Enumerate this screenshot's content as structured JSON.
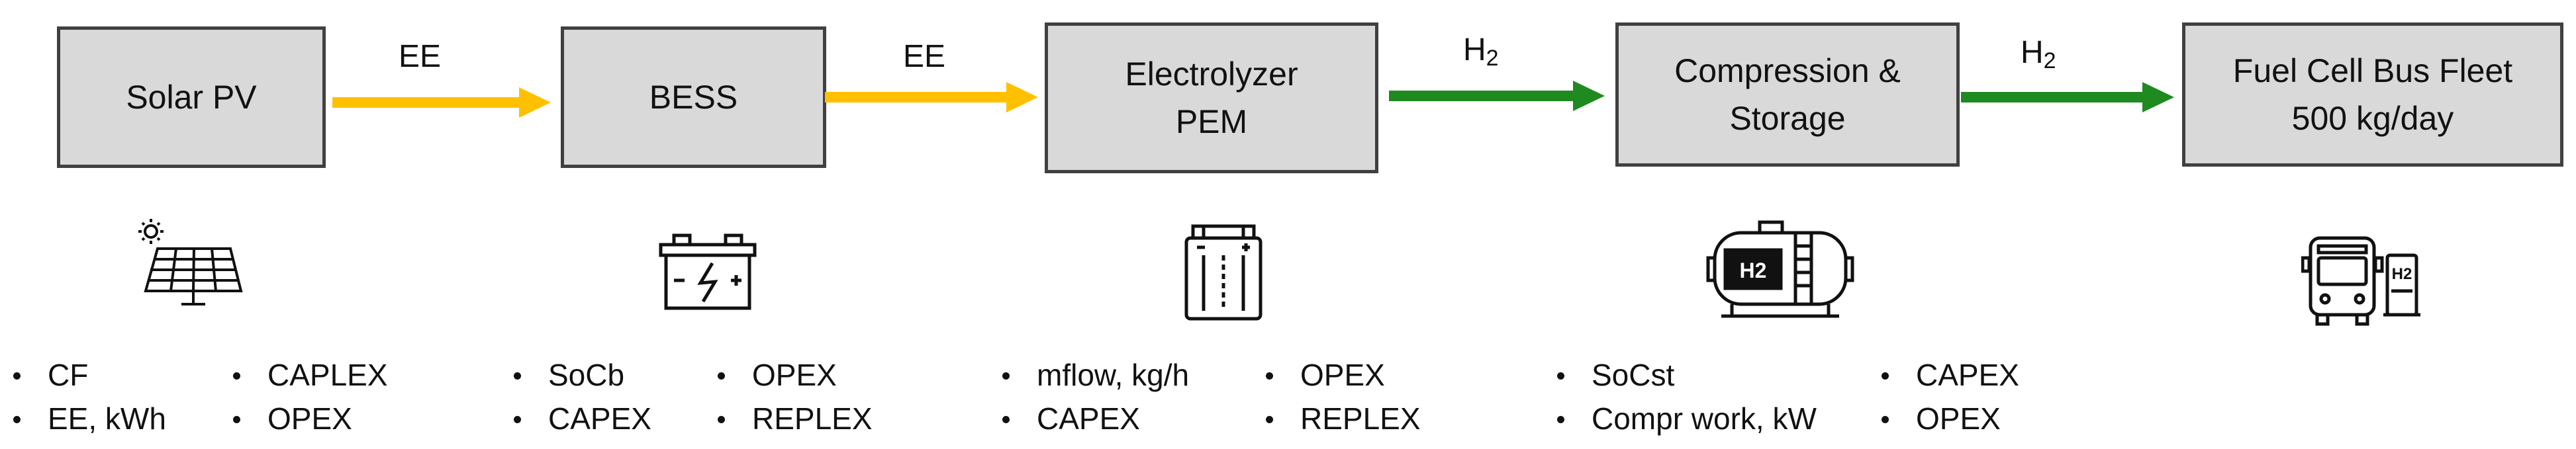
{
  "stages": {
    "solar": "Solar PV",
    "bess": "BESS",
    "electrolyzer_line1": "Electrolyzer",
    "electrolyzer_line2": "PEM",
    "compression_line1": "Compression &",
    "compression_line2": "Storage",
    "bus_line1": "Fuel Cell Bus Fleet",
    "bus_line2": "500 kg/day"
  },
  "flows": {
    "ee_1": "EE",
    "ee_2": "EE",
    "h2_1": {
      "main": "H",
      "sub": "2"
    },
    "h2_2": {
      "main": "H",
      "sub": "2"
    }
  },
  "parameters": {
    "solar": {
      "col1": [
        "CF",
        "EE, kWh"
      ],
      "col2": [
        "CAPLEX",
        "OPEX"
      ]
    },
    "bess": {
      "col1": [
        "SoCb",
        "CAPEX"
      ],
      "col2": [
        "OPEX",
        "REPLEX"
      ]
    },
    "electrolyzer": {
      "col1": [
        "mflow, kg/h",
        "CAPEX"
      ],
      "col2": [
        "OPEX",
        "REPLEX"
      ]
    },
    "compression": {
      "col1": [
        "SoCst",
        "Compr work, kW"
      ],
      "col2": [
        "CAPEX",
        "OPEX"
      ]
    }
  },
  "icons": {
    "solar": "solar-panel-icon",
    "bess": "battery-icon",
    "electrolyzer": "electrolyzer-icon",
    "compression": "hydrogen-tank-icon",
    "bus": "fuel-cell-bus-icon",
    "bus_label": "H2"
  },
  "colors": {
    "electricity_arrow": "#ffc000",
    "hydrogen_arrow": "#1f8a1f",
    "box_fill": "#d9d9d9",
    "box_border": "#404040"
  }
}
